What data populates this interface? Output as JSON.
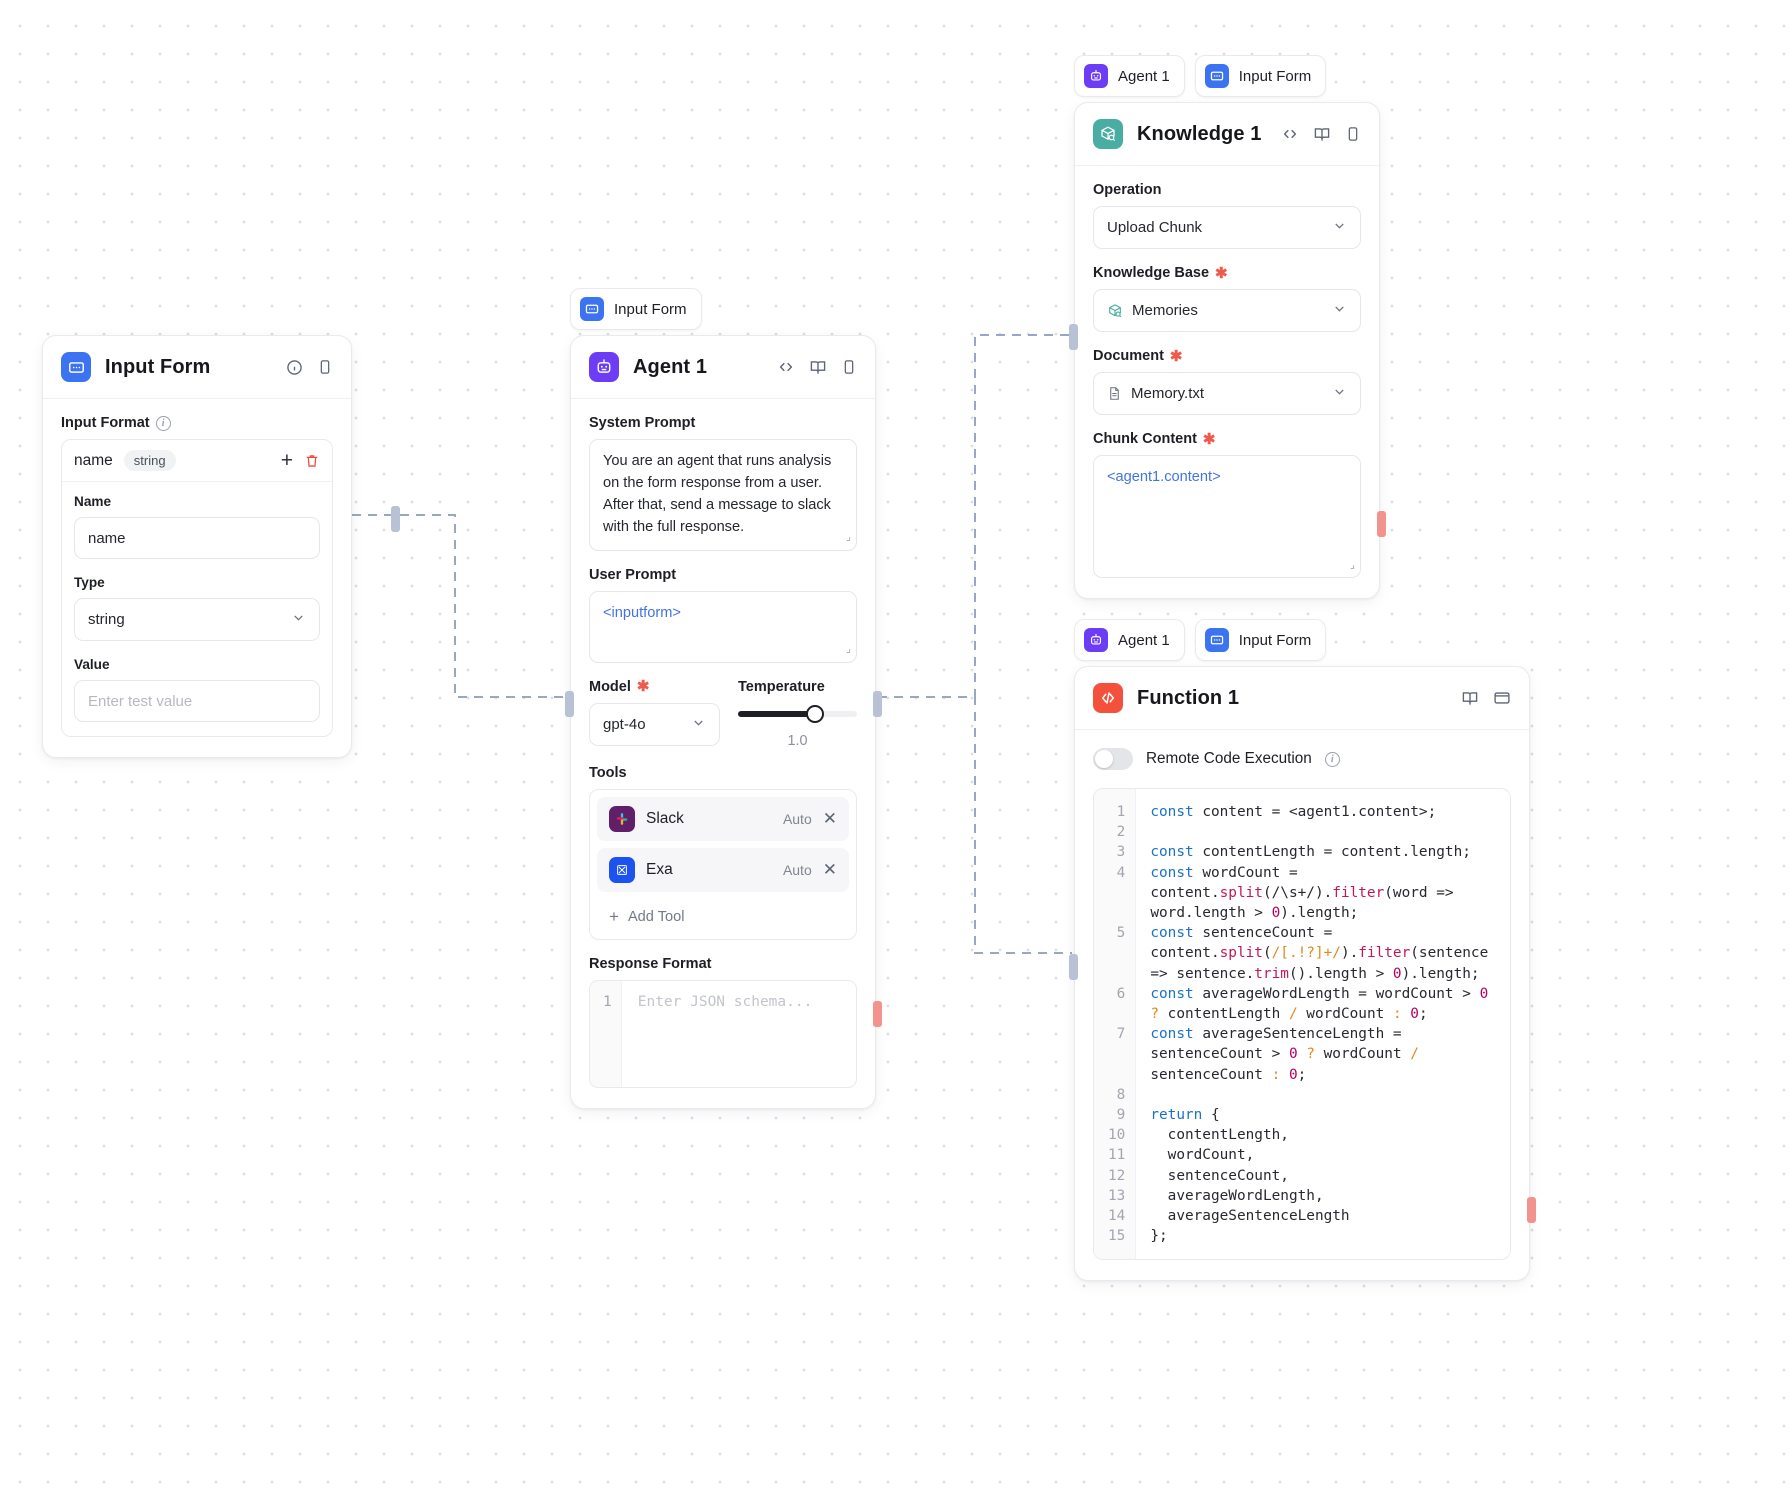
{
  "colors": {
    "input_form_accent": "#3b73f0",
    "agent_accent": "#6d3df5",
    "knowledge_accent": "#4aada3",
    "function_accent": "#f4513c",
    "required_marker": "#ef5a4c",
    "token_blue": "#4273e0",
    "edge": "#9aa7c4"
  },
  "nodes": {
    "input_form": {
      "title": "Input Form",
      "icon": "input-form-icon",
      "header_icons": [
        "info-icon",
        "panel-icon"
      ],
      "section_label": "Input Format",
      "section_info_icon": "info-icon",
      "entry": {
        "name": "name",
        "type_chip": "string",
        "add_icon": "plus-icon",
        "delete_icon": "trash-icon",
        "fields": [
          {
            "label": "Name",
            "value": "name",
            "kind": "text"
          },
          {
            "label": "Type",
            "value": "string",
            "kind": "select"
          },
          {
            "label": "Value",
            "value": "",
            "placeholder": "Enter test value",
            "kind": "text"
          }
        ]
      }
    },
    "agent": {
      "title": "Agent 1",
      "icon": "robot-icon",
      "header_icons": [
        "code-icon",
        "book-icon",
        "panel-icon"
      ],
      "incoming_pill": {
        "label": "Input Form",
        "icon": "input-form-icon"
      },
      "system_prompt_label": "System Prompt",
      "system_prompt": "You are an agent that runs analysis on the form response from a user. After that, send a message to slack with the full response.",
      "user_prompt_label": "User Prompt",
      "user_prompt": "<inputform>",
      "model_label": "Model",
      "model_required": true,
      "model_value": "gpt-4o",
      "temperature_label": "Temperature",
      "temperature_value": "1.0",
      "tools_label": "Tools",
      "tools": [
        {
          "name": "Slack",
          "mode": "Auto",
          "icon": "slack-icon",
          "remove_icon": "close-icon"
        },
        {
          "name": "Exa",
          "mode": "Auto",
          "icon": "exa-icon",
          "remove_icon": "close-icon"
        }
      ],
      "add_tool_label": "Add Tool",
      "add_tool_icon": "plus-icon",
      "response_format_label": "Response Format",
      "response_format_placeholder": "Enter JSON schema...",
      "response_format_line_number": "1"
    },
    "knowledge": {
      "title": "Knowledge 1",
      "icon": "knowledge-icon",
      "header_icons": [
        "code-icon",
        "book-icon",
        "panel-icon"
      ],
      "incoming_pills": [
        {
          "label": "Agent 1",
          "icon": "robot-icon"
        },
        {
          "label": "Input Form",
          "icon": "input-form-icon"
        }
      ],
      "fields": [
        {
          "label": "Operation",
          "required": false,
          "value": "Upload Chunk",
          "kind": "select"
        },
        {
          "label": "Knowledge Base",
          "required": true,
          "value": "Memories",
          "kind": "select",
          "icon": "knowledge-icon"
        },
        {
          "label": "Document",
          "required": true,
          "value": "Memory.txt",
          "kind": "select",
          "icon": "file-icon"
        }
      ],
      "chunk_label": "Chunk Content",
      "chunk_required": true,
      "chunk_value": "<agent1.content>"
    },
    "function": {
      "title": "Function 1",
      "icon": "code-block-icon",
      "header_icons": [
        "book-icon",
        "window-icon"
      ],
      "incoming_pills": [
        {
          "label": "Agent 1",
          "icon": "robot-icon"
        },
        {
          "label": "Input Form",
          "icon": "input-form-icon"
        }
      ],
      "remote_toggle_label": "Remote Code Execution",
      "remote_toggle_on": false,
      "remote_toggle_info_icon": "info-icon",
      "code_lines": [
        {
          "n": "1",
          "text": "const content = <agent1.content>;"
        },
        {
          "n": "2",
          "text": ""
        },
        {
          "n": "3",
          "text": "const contentLength = content.length;"
        },
        {
          "n": "4",
          "text": "const wordCount = content.split(/\\s+/).filter(word => word.length > 0).length;"
        },
        {
          "n": "5",
          "text": "const sentenceCount = content.split(/[.!?]+/).filter(sentence => sentence.trim().length > 0).length;"
        },
        {
          "n": "6",
          "text": "const averageWordLength = wordCount > 0 ? contentLength / wordCount : 0;"
        },
        {
          "n": "7",
          "text": "const averageSentenceLength = sentenceCount > 0 ? wordCount / sentenceCount : 0;"
        },
        {
          "n": "8",
          "text": ""
        },
        {
          "n": "9",
          "text": "return {"
        },
        {
          "n": "10",
          "text": "  contentLength,"
        },
        {
          "n": "11",
          "text": "  wordCount,"
        },
        {
          "n": "12",
          "text": "  sentenceCount,"
        },
        {
          "n": "13",
          "text": "  averageWordLength,"
        },
        {
          "n": "14",
          "text": "  averageSentenceLength"
        },
        {
          "n": "15",
          "text": "};"
        }
      ]
    }
  }
}
